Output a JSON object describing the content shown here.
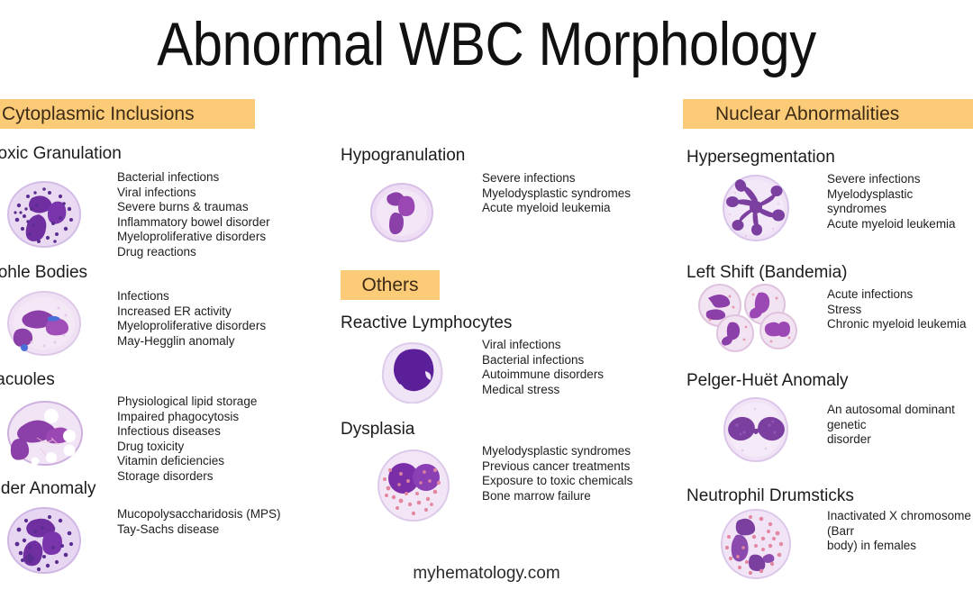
{
  "page": {
    "title": "Abnormal WBC Morphology",
    "footer": "myhematology.com",
    "accent_banner_color": "#fbcb77",
    "cell_cytoplasm_color": "#e6d7f0",
    "cell_nucleus_color": "#7b3fa0",
    "cell_granule_color": "#5b2d91",
    "cell_pink_granule_color": "#e2879f"
  },
  "sections": {
    "cytoplasmic_inclusions": {
      "banner": "Cytoplasmic Inclusions",
      "entries": [
        {
          "title": "Toxic Granulation",
          "icon": "toxic-granulation-cell",
          "causes": "Bacterial infections\nViral infections\nSevere burns & traumas\nInflammatory bowel disorder\nMyeloproliferative disorders\nDrug reactions"
        },
        {
          "title": "Dohle Bodies",
          "icon": "dohle-bodies-cell",
          "causes": "Infections\nIncreased ER activity\nMyeloproliferative disorders\nMay-Hegglin anomaly"
        },
        {
          "title": "Vacuoles",
          "icon": "vacuoles-cell",
          "causes": "Physiological lipid storage\nImpaired phagocytosis\nInfectious diseases\nDrug toxicity\nVitamin deficiencies\nStorage disorders"
        },
        {
          "title": "Alder Anomaly",
          "icon": "alder-anomaly-cell",
          "causes": "Mucopolysaccharidosis (MPS)\nTay-Sachs disease"
        }
      ]
    },
    "middle_column": {
      "entries": [
        {
          "title": "Hypogranulation",
          "icon": "hypogranulation-cell",
          "causes": "Severe infections\nMyelodysplastic syndromes\nAcute myeloid leukemia"
        }
      ]
    },
    "others": {
      "banner": "Others",
      "entries": [
        {
          "title": "Reactive Lymphocytes",
          "icon": "reactive-lymphocyte-cell",
          "causes": "Viral infections\nBacterial infections\nAutoimmune disorders\nMedical stress"
        },
        {
          "title": "Dysplasia",
          "icon": "dysplasia-cell",
          "causes": "Myelodysplastic syndromes\nPrevious cancer treatments\nExposure to toxic chemicals\nBone marrow failure"
        }
      ]
    },
    "nuclear_abnormalities": {
      "banner": "Nuclear Abnormalities",
      "entries": [
        {
          "title": "Hypersegmentation",
          "icon": "hypersegmented-neutrophil-cell",
          "causes": "Severe infections\nMyelodysplastic syndromes\nAcute myeloid leukemia"
        },
        {
          "title": "Left Shift (Bandemia)",
          "icon": "band-neutrophils-cell",
          "causes": "Acute infections\nStress\nChronic myeloid leukemia"
        },
        {
          "title": "Pelger-Huët Anomaly",
          "icon": "pelger-huet-cell",
          "causes": "An autosomal dominant genetic\ndisorder"
        },
        {
          "title": "Neutrophil Drumsticks",
          "icon": "neutrophil-drumstick-cell",
          "causes": "Inactivated X chromosome (Barr\nbody) in females"
        }
      ]
    }
  }
}
